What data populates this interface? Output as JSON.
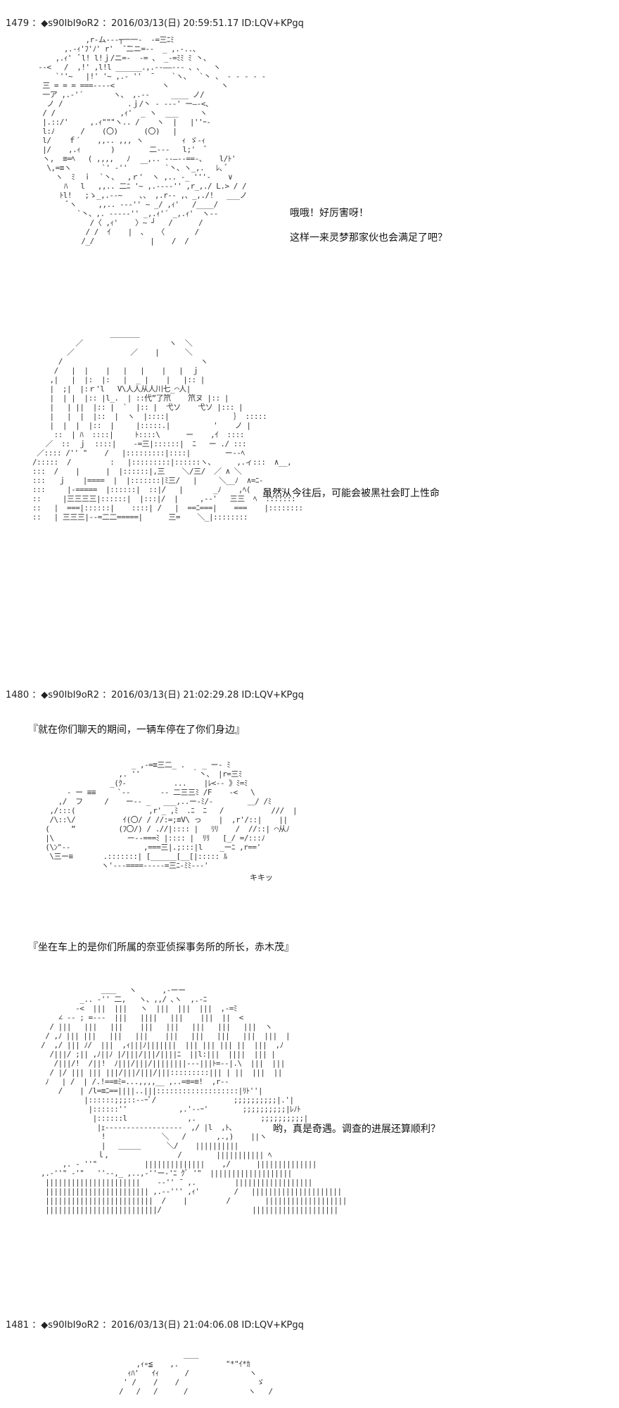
{
  "posts": [
    {
      "header": "1479 ：◆s90IbI9oR2 ：2016/03/13(日) 20:59:51.17 ID:LQV+KPgq",
      "lines": [
        "哦哦！好厉害呀！",
        "这样一来灵梦那家伙也会满足了吧？",
        "虽然从今往后，可能会被黑社会盯上性命"
      ]
    },
    {
      "header": "1480 ：◆s90IbI9oR2 ：2016/03/13(日) 21:02:29.28 ID:LQV+KPgq",
      "lines": [
        "『就在你们聊天的期间，一辆车停在了你们身边』",
        "『坐在车上的是你们所属的奈亚侦探事务所的所长，赤木茂』",
        "哟，真是奇遇。调查的进展还算顺利？"
      ],
      "sfx": "キキッ"
    },
    {
      "header": "1481 ：◆s90IbI9oR2 ：2016/03/13(日) 21:04:06.08 ID:LQV+KPgq"
    }
  ]
}
